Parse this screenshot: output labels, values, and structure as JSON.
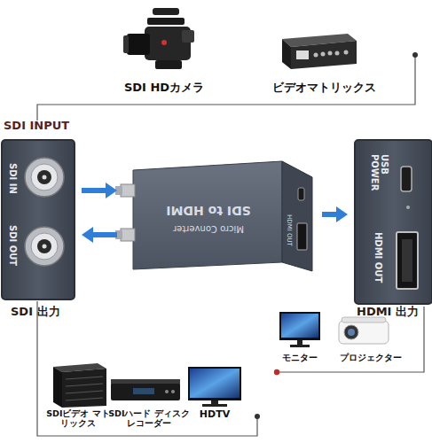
{
  "diagram": {
    "nodes": [
      {
        "text": [
          "SDI HDカメラ"
        ]
      },
      {
        "text": [
          "ビデオマトリックス"
        ]
      },
      {
        "text": [
          "SDI IN",
          "SDI OUT"
        ]
      },
      {
        "text": [
          "SDI to HDMI",
          "Micro Converter",
          "HDMI OUT"
        ]
      },
      {
        "text": [
          "USB POWER",
          "HDMI OUT"
        ]
      },
      {
        "text": [
          "モニター"
        ]
      },
      {
        "text": [
          "プロジェクター"
        ]
      },
      {
        "text": [
          "SDIビデオ マトリックス"
        ]
      },
      {
        "text": [
          "SDIハード ディスクレコーダー"
        ]
      },
      {
        "text": [
          "HDTV"
        ]
      }
    ],
    "edges": [
      {
        "from": 2,
        "to": 3,
        "arrow": "to"
      },
      {
        "from": 3,
        "to": 2,
        "arrow": "to"
      },
      {
        "from": 3,
        "to": 4,
        "arrow": "to"
      }
    ],
    "labels": [
      "SDI INPUT",
      "SDI 出力",
      "HDMI 出力"
    ]
  }
}
